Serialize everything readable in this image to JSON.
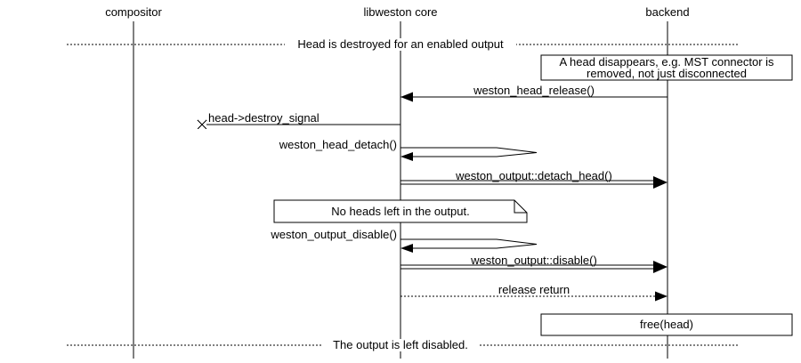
{
  "diagram": {
    "actors": [
      {
        "name": "compositor"
      },
      {
        "name": "libweston core"
      },
      {
        "name": "backend"
      }
    ],
    "dividers": {
      "top": "Head is destroyed for an enabled output",
      "bottom": "The output is left disabled."
    },
    "notes": {
      "head_disappears": {
        "lines": [
          "A head disappears, e.g. MST connector is",
          "removed, not just disconnected"
        ]
      },
      "no_heads": "No heads left in the output.",
      "free_head": "free(head)"
    },
    "messages": {
      "head_release": "weston_head_release()",
      "destroy_signal": "head->destroy_signal",
      "head_detach": "weston_head_detach()",
      "detach_head": "weston_output::detach_head()",
      "output_disable_call": "weston_output_disable()",
      "disable": "weston_output::disable()",
      "release_return": "release return"
    },
    "colors": {
      "foreground": "#000000",
      "background": "#ffffff"
    }
  }
}
